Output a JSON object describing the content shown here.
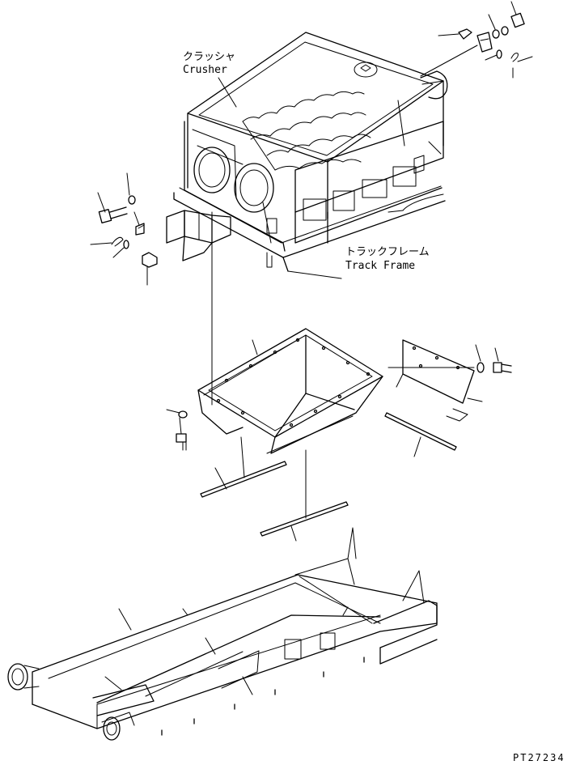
{
  "labels": {
    "crusher_jp": "クラッシャ",
    "crusher_en": "Crusher",
    "track_frame_jp": "トラックフレーム",
    "track_frame_en": "Track Frame"
  },
  "drawing_code": "PT27234"
}
